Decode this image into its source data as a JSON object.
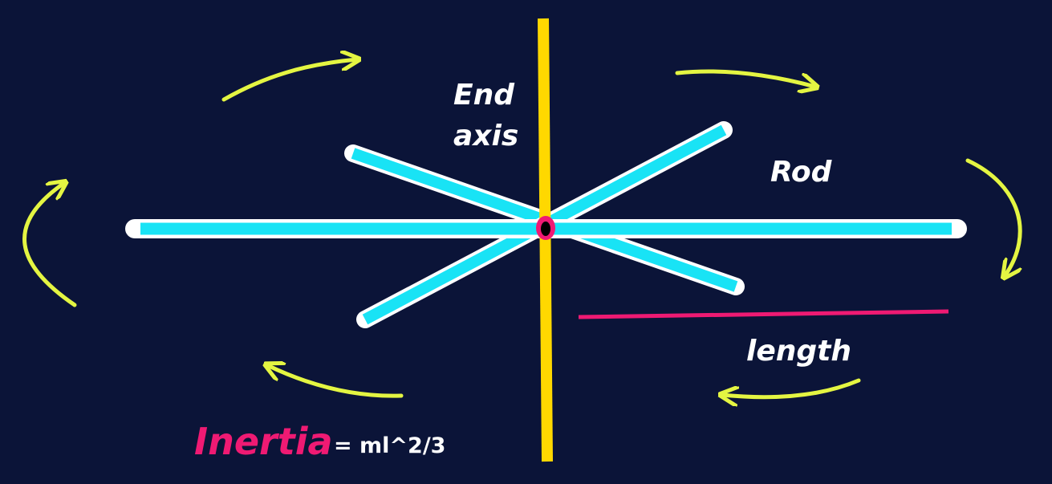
{
  "labels": {
    "end_axis_line1": "End",
    "end_axis_line2": "axis",
    "rod": "Rod",
    "length": "length",
    "inertia_word": "Inertia",
    "inertia_formula": "= ml^2/3"
  },
  "colors": {
    "background": "#0b1438",
    "axis": "#ffd800",
    "rod": "#19e3f5",
    "rod_outline": "#ffffff",
    "pivot_ring": "#ef1a73",
    "length_line": "#ef1a73",
    "arrows": "#e4f542",
    "text": "#ffffff",
    "accent_text": "#ef1a73"
  },
  "icons": {
    "rotation_arrows": "curved-arrow-icon",
    "pivot": "pivot-point-icon"
  }
}
